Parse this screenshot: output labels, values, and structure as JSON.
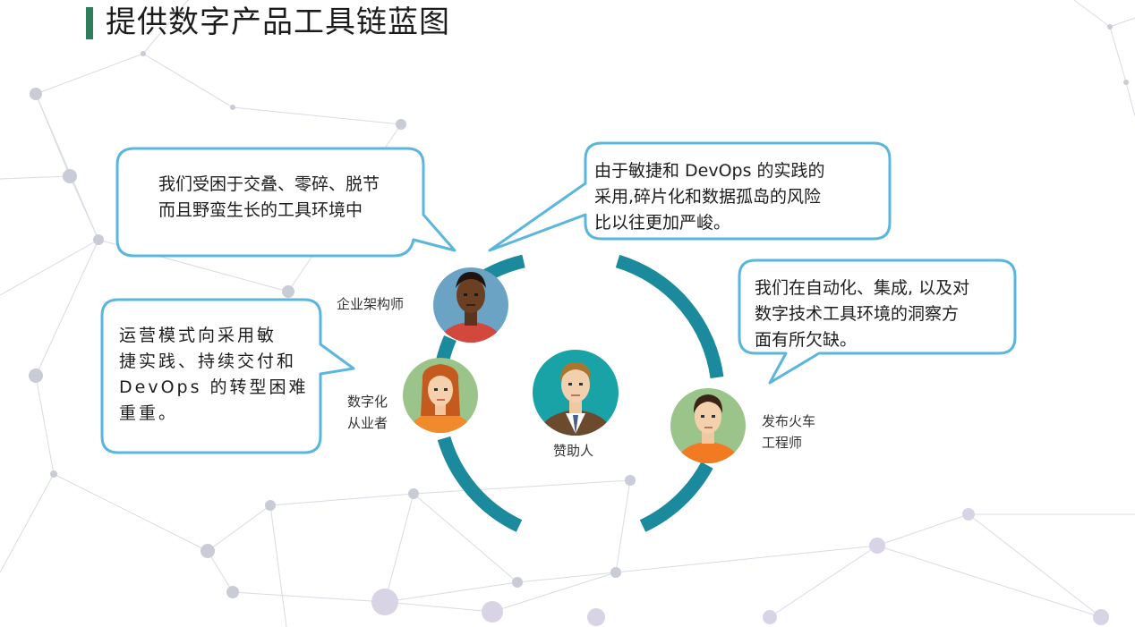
{
  "title": "提供数字产品工具链蓝图",
  "bubbles": {
    "top_left": [
      "我们受困于交叠、零碎、脱节",
      "而且野蛮生长的工具环境中"
    ],
    "top_right": [
      "由于敏捷和 DevOps 的实践的",
      "采用,碎片化和数据孤岛的风险",
      "比以往更加严峻。"
    ],
    "right": [
      "我们在自动化、集成, 以及对",
      "数字技术工具环境的洞察方",
      "面有所欠缺。"
    ],
    "left": [
      "运营模式向采用敏",
      "捷实践、持续交付和",
      "DevOps 的转型困难",
      "重重。"
    ]
  },
  "roles": {
    "architect": "企业架构师",
    "practitioner": [
      "数字化",
      "从业者"
    ],
    "sponsor": "赞助人",
    "release_engineer": [
      "发布火车",
      "工程师"
    ]
  },
  "icons": {
    "architect": "person-dark-skin-avatar-icon",
    "practitioner": "woman-avatar-icon",
    "sponsor": "businessman-avatar-icon",
    "release_engineer": "man-avatar-icon"
  },
  "colors": {
    "accent_bar": "#2e7d5b",
    "bubble_border": "#5ab6dc",
    "ring": "#1a8a9c"
  }
}
